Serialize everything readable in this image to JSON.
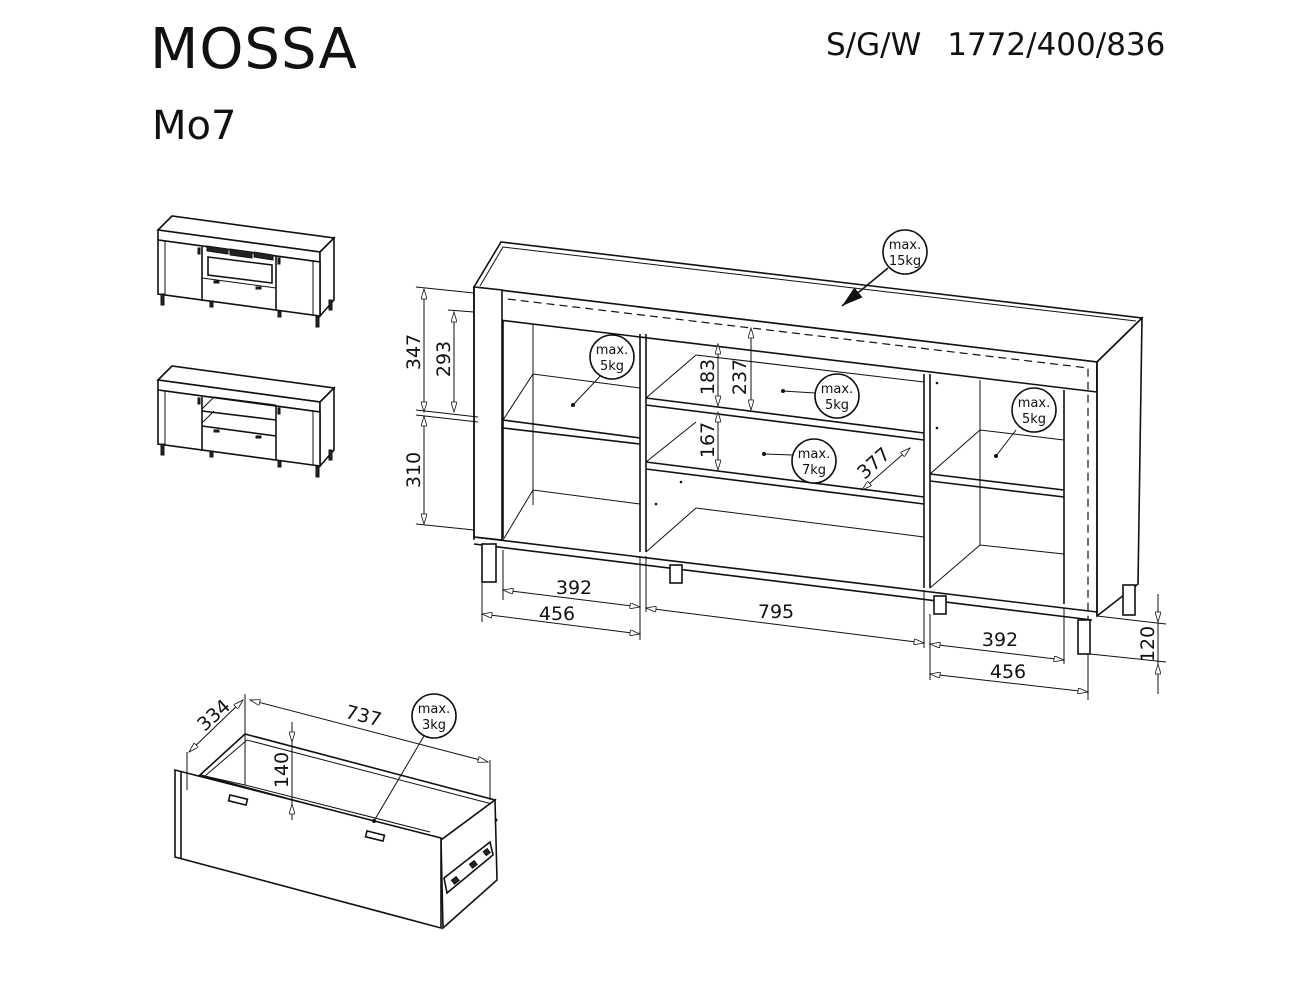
{
  "header": {
    "product_name": "MOSSA",
    "model_code": "Mo7",
    "dimension_label": "S/G/W",
    "dimension_values": "1772/400/836"
  },
  "variants": [
    {
      "name": "variant-with-fireplace",
      "description": "Sideboard with electric fireplace insert, two doors, one drawer"
    },
    {
      "name": "variant-with-shelves",
      "description": "Sideboard with two open shelves, two doors, one drawer"
    }
  ],
  "main_drawing": {
    "vertical_dims": {
      "total_upper": "347",
      "upper_inner": "293",
      "lower": "310",
      "middle_upper": "183",
      "middle_upper_total": "237",
      "middle_lower": "167",
      "leg_height": "120"
    },
    "depth_dim": "377",
    "horizontal_dims": {
      "left_inner": "392",
      "left_outer": "456",
      "middle": "795",
      "right_inner": "392",
      "right_outer": "456"
    },
    "load_badges": [
      {
        "line1": "max.",
        "line2": "15kg",
        "target": "top"
      },
      {
        "line1": "max.",
        "line2": "5kg",
        "target": "left-shelf"
      },
      {
        "line1": "max.",
        "line2": "5kg",
        "target": "middle-upper-shelf"
      },
      {
        "line1": "max.",
        "line2": "7kg",
        "target": "middle-lower-shelf"
      },
      {
        "line1": "max.",
        "line2": "5kg",
        "target": "right-shelf"
      }
    ]
  },
  "drawer_drawing": {
    "depth": "334",
    "width": "737",
    "height": "140",
    "load_badge": {
      "line1": "max.",
      "line2": "3kg"
    }
  }
}
